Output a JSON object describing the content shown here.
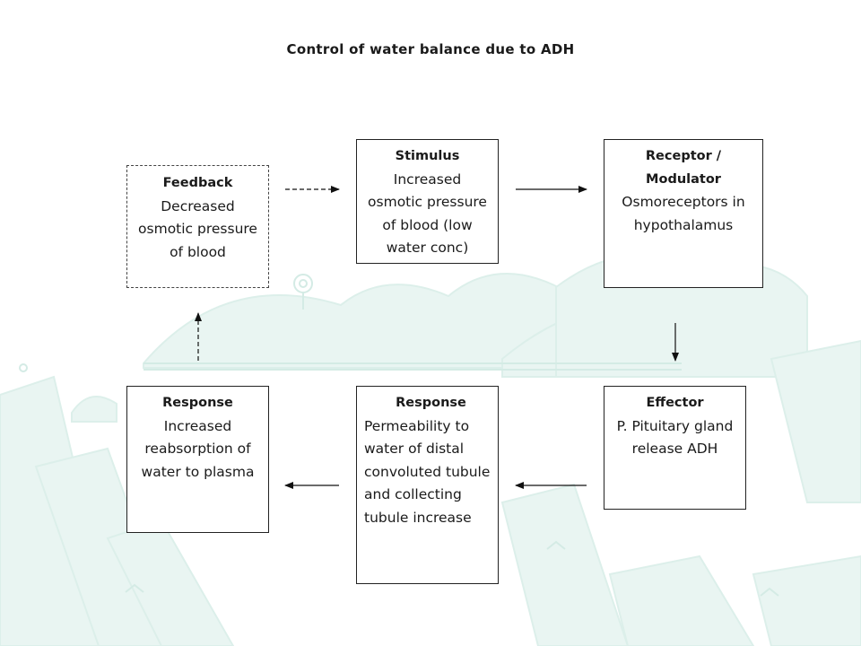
{
  "title": "Control of water balance due to ADH",
  "nodes": {
    "feedback": {
      "heading": "Feedback",
      "body": "Decreased osmotic pressure of blood"
    },
    "stimulus": {
      "heading": "Stimulus",
      "body": "Increased osmotic pressure of blood (low water conc)"
    },
    "receptor": {
      "heading": "Receptor / Modulator",
      "body": "Osmoreceptors in hypothalamus"
    },
    "effector": {
      "heading": "Effector",
      "body": "P. Pituitary gland release ADH"
    },
    "response_middle": {
      "heading": "Response",
      "body": "Permeability to water of distal convoluted tubule and collecting tubule increase"
    },
    "response_left": {
      "heading": "Response",
      "body": "Increased reabsorption of water to plasma"
    }
  },
  "edges": [
    {
      "from": "feedback",
      "to": "stimulus",
      "style": "dashed"
    },
    {
      "from": "stimulus",
      "to": "receptor",
      "style": "solid"
    },
    {
      "from": "receptor",
      "to": "effector",
      "style": "solid"
    },
    {
      "from": "effector",
      "to": "response_middle",
      "style": "solid"
    },
    {
      "from": "response_middle",
      "to": "response_left",
      "style": "solid"
    },
    {
      "from": "response_left",
      "to": "feedback",
      "style": "dashed"
    }
  ],
  "colors": {
    "background_art": "#e8f4f1",
    "background_art_dark": "#d6ebe6",
    "box_border": "#222222",
    "arrow": "#111111"
  }
}
